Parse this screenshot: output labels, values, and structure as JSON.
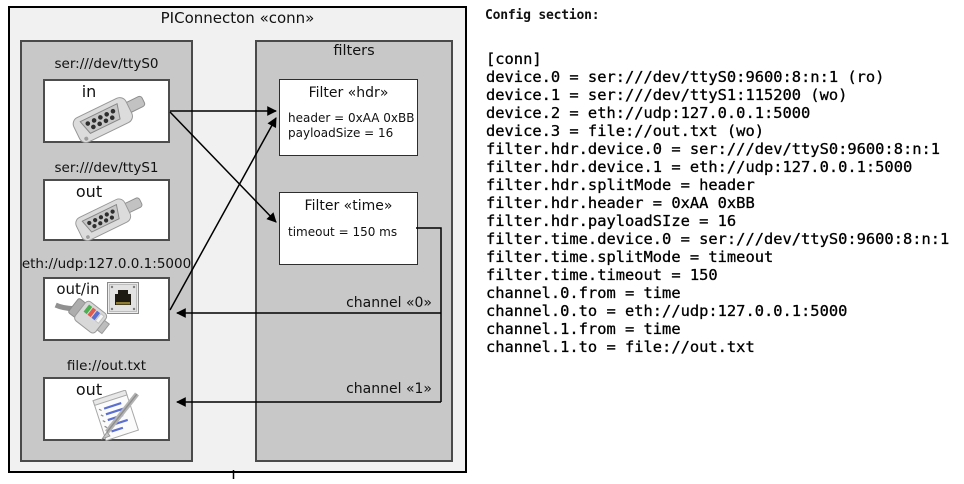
{
  "colors": {
    "outer_background": "#f1f1f1",
    "panel_gray": "#c8c8c8",
    "panel_border": "#4a4a4a",
    "box_white": "#ffffff",
    "line_black": "#000000"
  },
  "diagram": {
    "title": "PIConnecton «conn»",
    "devices_panel": {
      "devices": [
        {
          "label": "ser:///dev/ttyS0",
          "direction": "in",
          "icon": "serial-connector-icon"
        },
        {
          "label": "ser:///dev/ttyS1",
          "direction": "out",
          "icon": "serial-connector-icon"
        },
        {
          "label": "eth://udp:127.0.0.1:5000",
          "direction": "out/in",
          "icon": "ethernet-port-icon, ethernet-cable-icon"
        },
        {
          "label": "file://out.txt",
          "direction": "out",
          "icon": "notepad-pen-icon"
        }
      ]
    },
    "filters_panel": {
      "title": "filters",
      "filters": [
        {
          "title": "Filter «hdr»",
          "properties": [
            "header = 0xAA 0xBB",
            "payloadSize = 16"
          ]
        },
        {
          "title": "Filter «time»",
          "properties": [
            "timeout = 150 ms"
          ]
        }
      ]
    },
    "channels": [
      {
        "label": "channel «0»"
      },
      {
        "label": "channel «1»"
      }
    ]
  },
  "config": {
    "heading": "Config section:",
    "lines": [
      "[conn]",
      "device.0 = ser:///dev/ttyS0:9600:8:n:1 (ro)",
      "device.1 = ser:///dev/ttyS1:115200 (wo)",
      "device.2 = eth://udp:127.0.0.1:5000",
      "device.3 = file://out.txt (wo)",
      "filter.hdr.device.0 = ser:///dev/ttyS0:9600:8:n:1",
      "filter.hdr.device.1 = eth://udp:127.0.0.1:5000",
      "filter.hdr.splitMode = header",
      "filter.hdr.header = 0xAA 0xBB",
      "filter.hdr.payloadSIze = 16",
      "filter.time.device.0 = ser:///dev/ttyS0:9600:8:n:1",
      "filter.time.splitMode = timeout",
      "filter.time.timeout = 150",
      "channel.0.from = time",
      "channel.0.to = eth://udp:127.0.0.1:5000",
      "channel.1.from = time",
      "channel.1.to = file://out.txt"
    ]
  }
}
